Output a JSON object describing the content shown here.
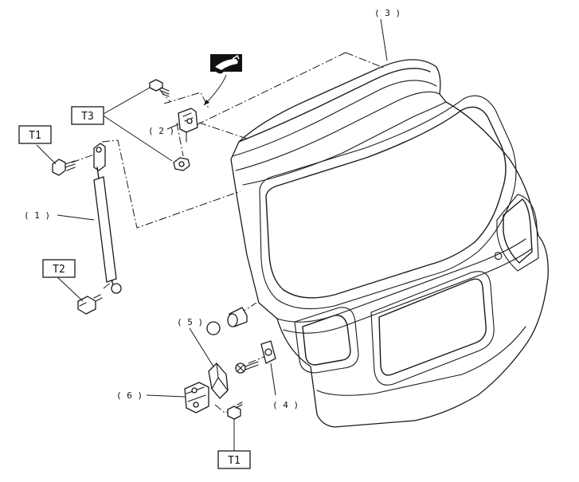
{
  "labels": {
    "rear_gate": "( 3 )",
    "gate_stay": "( 1 )",
    "hinge": "( 2 )",
    "striker": "( 4 )",
    "bumper": "( 5 )",
    "lower_bracket": "( 6 )"
  },
  "torque": {
    "t1_upper": "T1",
    "t1_lower": "T1",
    "t2": "T2",
    "t3": "T3"
  },
  "icons": {
    "grease": "grease-application-icon"
  }
}
